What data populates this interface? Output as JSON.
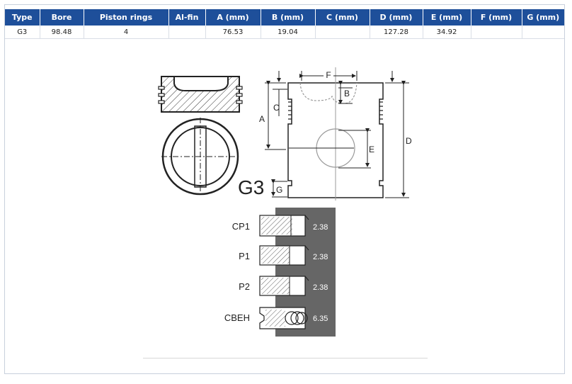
{
  "table": {
    "headers": [
      "Type",
      "Bore",
      "Piston rings",
      "Al-fin",
      "A (mm)",
      "B (mm)",
      "C (mm)",
      "D (mm)",
      "E (mm)",
      "F (mm)",
      "G (mm)"
    ],
    "rows": [
      [
        "G3",
        "98.48",
        "4",
        "",
        "76.53",
        "19.04",
        "",
        "127.28",
        "34.92",
        "",
        ""
      ]
    ]
  },
  "diagram": {
    "model": "G3",
    "dim_labels": {
      "a": "A",
      "b": "B",
      "c": "C",
      "d": "D",
      "e": "E",
      "f": "F",
      "g": "G"
    },
    "rings": [
      {
        "name": "CP1",
        "value": "2.38"
      },
      {
        "name": "P1",
        "value": "2.38"
      },
      {
        "name": "P2",
        "value": "2.38"
      },
      {
        "name": "CBEH",
        "value": "6.35"
      }
    ]
  },
  "colors": {
    "header_bg": "#1e4f9a",
    "ring_panel": "#666666"
  }
}
